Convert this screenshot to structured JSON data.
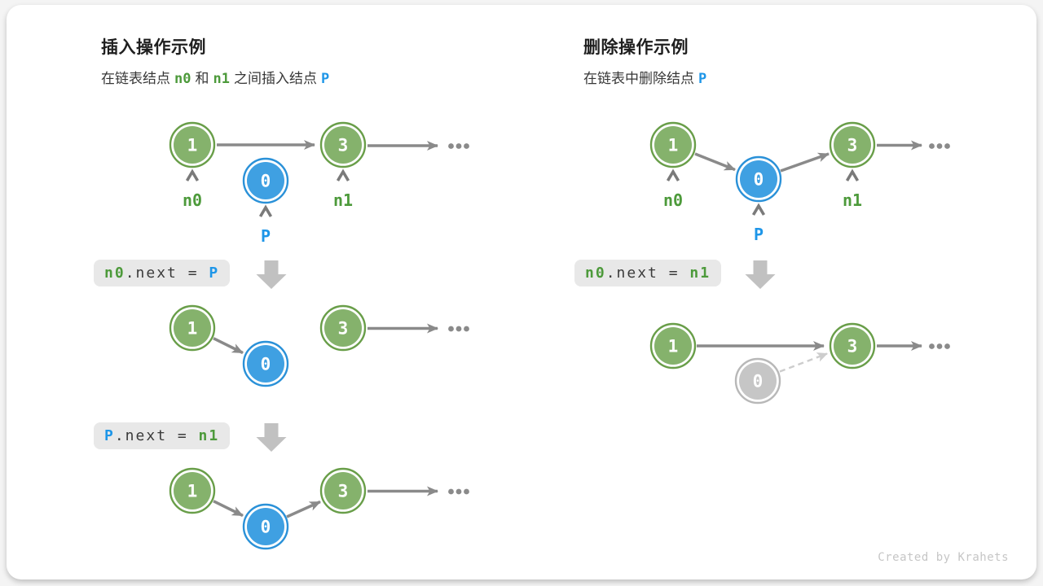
{
  "left_panel": {
    "title": "插入操作示例",
    "subtitle": {
      "part1": "在链表结点",
      "token_n0": "n0",
      "part2": "和",
      "token_n1": "n1",
      "part3": "之间插入结点",
      "token_p": "P"
    },
    "code1": {
      "lhs": "n0",
      "mid": ".next = ",
      "rhs": "P"
    },
    "code2": {
      "lhs": "P",
      "mid": ".next = ",
      "rhs": "n1"
    }
  },
  "right_panel": {
    "title": "删除操作示例",
    "subtitle": {
      "part1": "在链表中删除结点",
      "token_p": "P"
    },
    "code1": {
      "lhs": "n0",
      "mid": ".next = ",
      "rhs": "n1"
    }
  },
  "node_values": {
    "one": "1",
    "zero": "0",
    "three": "3"
  },
  "pointer_labels": {
    "n0": "n0",
    "n1": "n1",
    "p": "P"
  },
  "symbols": {
    "ellipsis": "...",
    "caret": "^",
    "down_arrow": "⬇"
  },
  "footer": {
    "credit": "Created by Krahets"
  },
  "colors": {
    "node_green_fill": "#85B26C",
    "node_green_stroke": "#699E49",
    "node_blue_fill": "#3FA0E2",
    "node_blue_stroke": "#2A91D8",
    "node_gray_fill": "#C6C6C6",
    "node_gray_stroke": "#B8B8B8",
    "label_green": "#4D9A3B",
    "label_blue": "#1E96E8",
    "arrow_gray": "#8A8A8A",
    "dashed_gray": "#CDCDCD",
    "code_background": "#E8E8E8",
    "code_text": "#3B3B3B",
    "block_arrow": "#C1C1C1",
    "footer_text": "#C6C6C6"
  }
}
